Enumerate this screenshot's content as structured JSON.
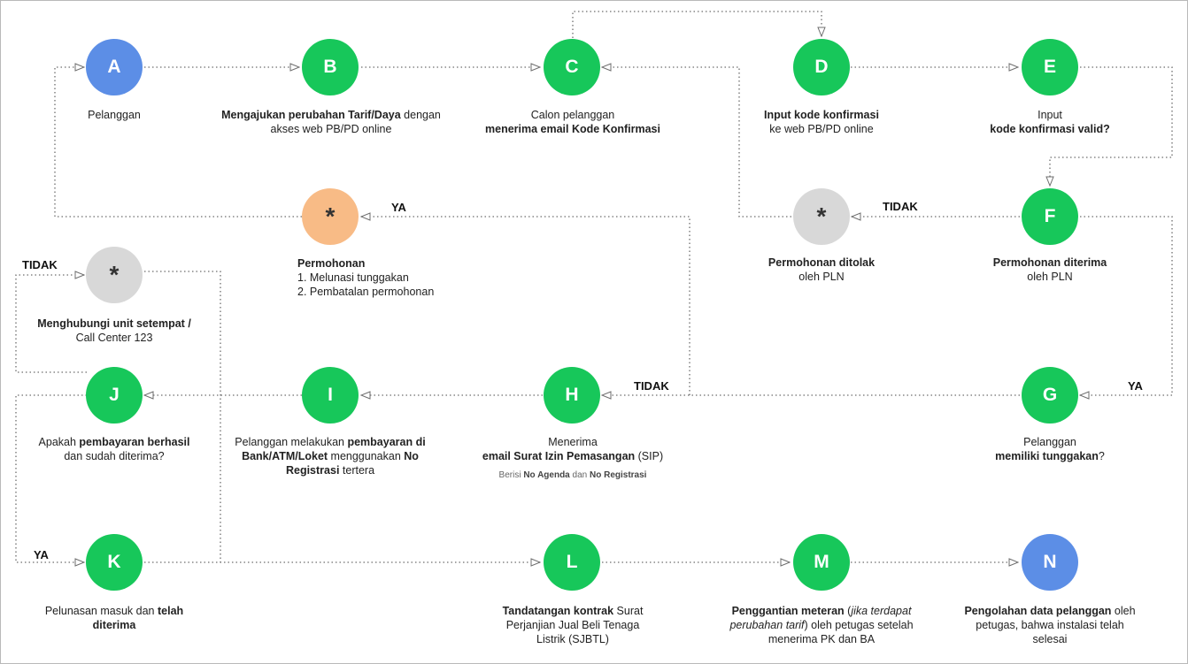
{
  "nodes": {
    "a": {
      "letter": "A"
    },
    "b": {
      "letter": "B"
    },
    "c": {
      "letter": "C"
    },
    "d": {
      "letter": "D"
    },
    "e": {
      "letter": "E"
    },
    "f": {
      "letter": "F"
    },
    "g": {
      "letter": "G"
    },
    "h": {
      "letter": "H"
    },
    "i": {
      "letter": "I"
    },
    "j": {
      "letter": "J"
    },
    "k": {
      "letter": "K"
    },
    "l": {
      "letter": "L"
    },
    "m": {
      "letter": "M"
    },
    "n": {
      "letter": "N"
    },
    "star_orange": {
      "letter": "*"
    },
    "star_grey_left": {
      "letter": "*"
    },
    "star_grey_right": {
      "letter": "*"
    }
  },
  "captions": {
    "a": {
      "text": "Pelanggan"
    },
    "b": {
      "bold": "Mengajukan perubahan Tarif/Daya",
      "rest": " dengan akses web PB/PD online"
    },
    "c": {
      "line1": "Calon pelanggan",
      "bold": "menerima email Kode Konfirmasi"
    },
    "d": {
      "bold": "Input kode konfirmasi",
      "line2": "ke web PB/PD online"
    },
    "e": {
      "line1": "Input",
      "bold": "kode konfirmasi valid?"
    },
    "f": {
      "bold": "Permohonan diterima",
      "line2": "oleh PLN"
    },
    "rejected": {
      "bold": "Permohonan ditolak",
      "line2": "oleh PLN"
    },
    "orange": {
      "bold": "Permohonan",
      "item1": "1. Melunasi tunggakan",
      "item2": "2. Pembatalan permohonan"
    },
    "contact": {
      "bold": "Menghubungi unit setempat /",
      "line2": "Call Center 123"
    },
    "g": {
      "line1": "Pelanggan",
      "bold": "memiliki tunggakan",
      "tail": "?"
    },
    "h": {
      "line1": "Menerima",
      "bold": "email Surat Izin Pemasangan",
      "tail": " (SIP)",
      "note_a": "Berisi ",
      "note_b1": "No Agenda",
      "note_mid": " dan ",
      "note_b2": "No Registrasi"
    },
    "i": {
      "pre": "Pelanggan melakukan ",
      "bold1": "pembayaran di Bank/ATM/Loket",
      "mid": " menggunakan ",
      "bold2": "No Registrasi",
      "post": " tertera"
    },
    "j": {
      "pre": "Apakah ",
      "bold": "pembayaran berhasil",
      "line2": "dan sudah diterima?"
    },
    "k": {
      "pre": "Pelunasan masuk dan ",
      "bold": "telah diterima"
    },
    "l": {
      "bold": "Tandatangan kontrak",
      "rest": " Surat Perjanjian Jual Beli Tenaga Listrik (SJBTL)"
    },
    "m": {
      "bold": "Penggantian meteran",
      "open": " (",
      "italic": "jika terdapat perubahan tarif",
      "rest": ") oleh petugas setelah menerima PK dan BA"
    },
    "n": {
      "bold": "Pengolahan data pelanggan",
      "rest": " oleh petugas, bahwa instalasi telah selesai"
    }
  },
  "edge_labels": {
    "ya_orange": "YA",
    "tidak_rejected": "TIDAK",
    "tidak_contact": "TIDAK",
    "tidak_h": "TIDAK",
    "ya_g": "YA",
    "ya_k": "YA"
  },
  "colors": {
    "green": "#17c75a",
    "blue": "#5c8ee6",
    "grey": "#d8d8d8",
    "orange": "#f8bb86",
    "line": "#6d6d6d"
  }
}
